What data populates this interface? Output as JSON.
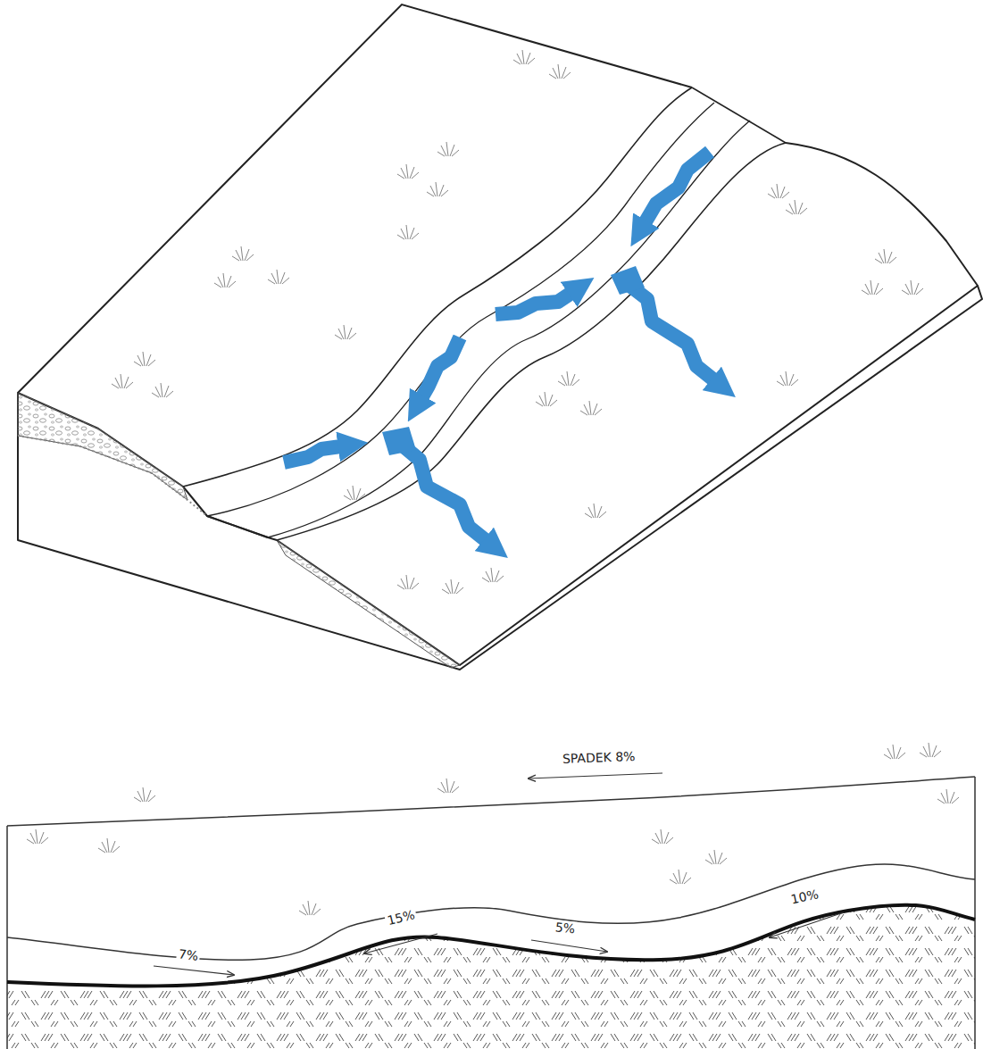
{
  "diagram": {
    "labels": [
      "SPADEK 8%",
      "7%",
      "15%",
      "5%",
      "10%"
    ]
  }
}
